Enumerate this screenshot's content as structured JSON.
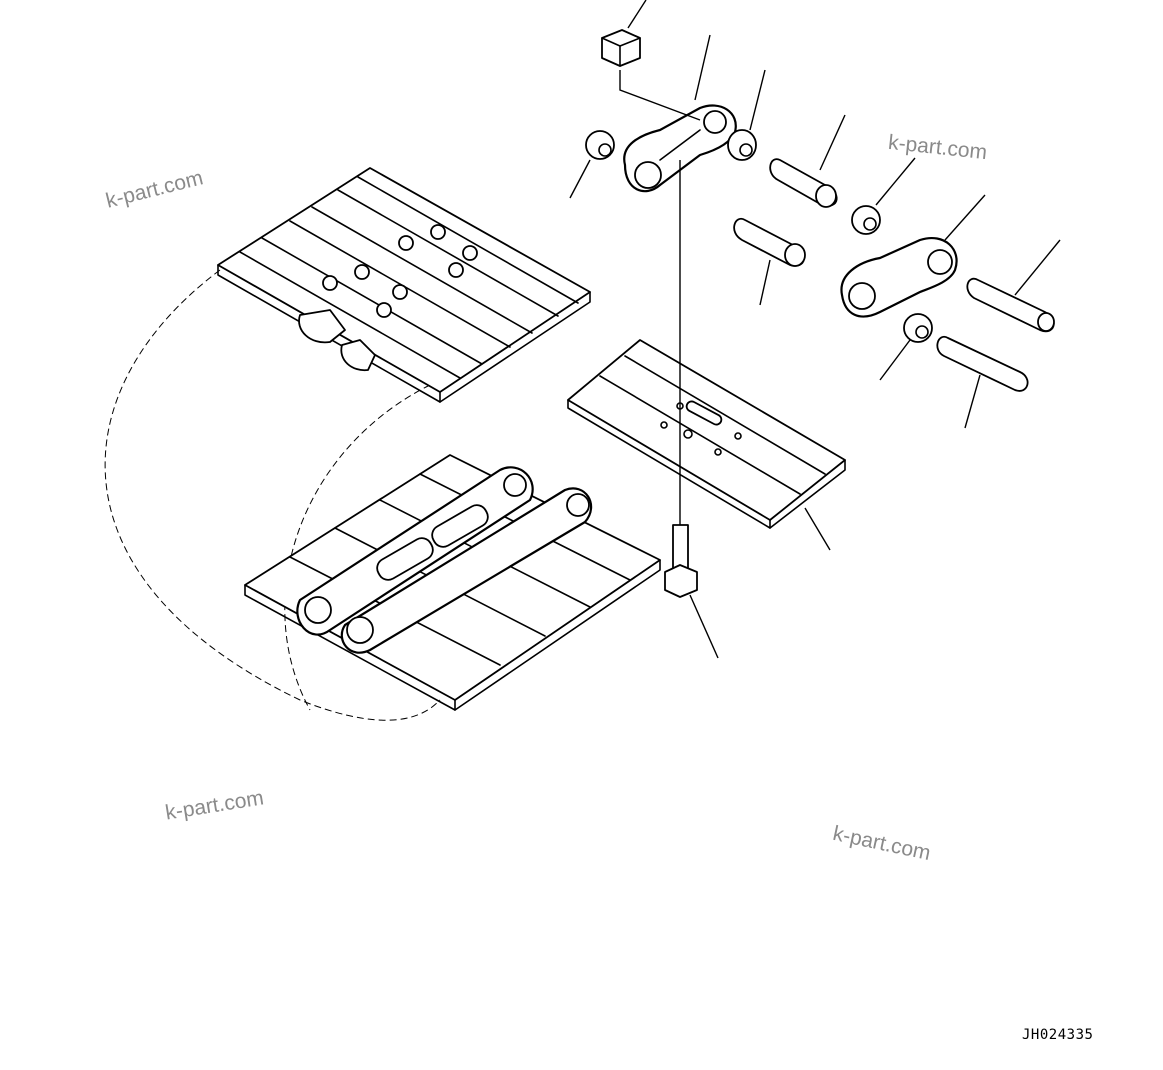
{
  "drawing_code": "JH024335",
  "watermarks": [
    {
      "text": "k-part.com"
    },
    {
      "text": "k-part.com"
    },
    {
      "text": "k-part.com"
    },
    {
      "text": "k-part.com"
    }
  ],
  "parts": [
    {
      "icon": "nut-icon"
    },
    {
      "icon": "link-icon"
    },
    {
      "icon": "bushing-seal-icon"
    },
    {
      "icon": "bushing-icon"
    },
    {
      "icon": "pin-icon"
    },
    {
      "icon": "track-shoe-icon"
    },
    {
      "icon": "shoe-bolt-icon"
    }
  ]
}
